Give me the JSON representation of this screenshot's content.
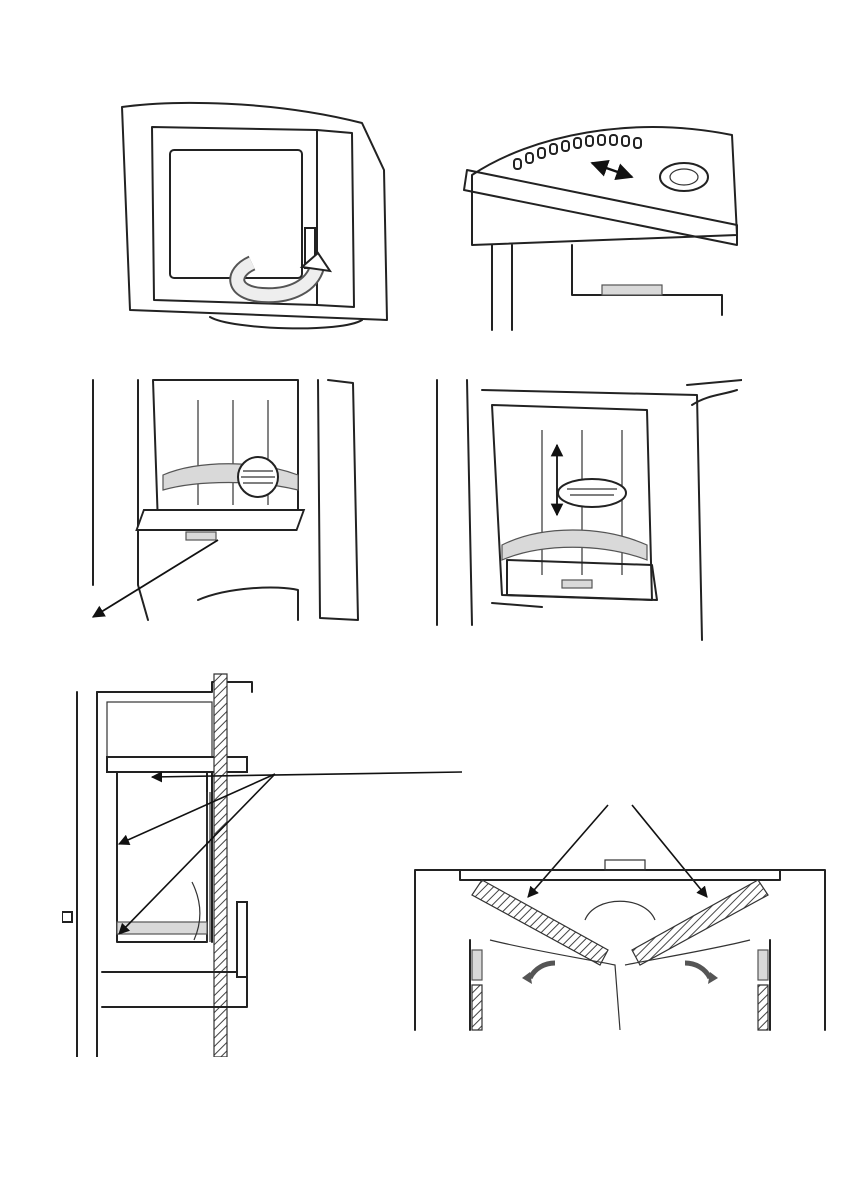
{
  "page": {
    "background": "#ffffff",
    "line_color": "#222222"
  },
  "figures": [
    {
      "id": "door-handle-open",
      "icons": [
        "stove-door",
        "door-handle",
        "rotate-arrow-icon"
      ]
    },
    {
      "id": "air-regulator-slider",
      "icons": [
        "vent-slots",
        "double-arrow-icon",
        "flue-outlet"
      ]
    },
    {
      "id": "ash-pan-removal",
      "icons": [
        "firebox",
        "grate",
        "ash-pan",
        "pull-out-arrow-icon"
      ]
    },
    {
      "id": "grate-lift",
      "icons": [
        "firebox",
        "round-grate",
        "up-down-arrow-icon"
      ]
    },
    {
      "id": "side-section-baffles",
      "icons": [
        "stove-section",
        "baffle-plates",
        "pointer-arrows"
      ]
    },
    {
      "id": "top-view-baffles",
      "icons": [
        "baffle-plates",
        "flow-arrow-icon"
      ]
    }
  ]
}
